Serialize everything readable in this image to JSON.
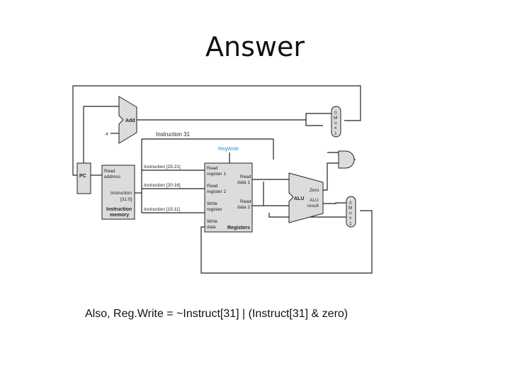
{
  "slide": {
    "title": "Answer",
    "caption": "Also, Reg.Write = ~Instruct[31] | (Instruct[31] & zero)"
  },
  "diagram": {
    "add_label": "Add",
    "const_four": "4",
    "instruction31_label": "Instruction 31",
    "regwrite_label": "RegWrite",
    "pc_label": "PC",
    "imem": {
      "read_address_1": "Read",
      "read_address_2": "address",
      "instruction_1": "Instruction",
      "instruction_2": "[31:0]",
      "name_1": "Instruction",
      "name_2": "memory"
    },
    "fields": {
      "rs": "Instruction [25:21]",
      "rt": "Instruction [20:16]",
      "rd": "Instruction [15:11]"
    },
    "registers": {
      "read_reg1_1": "Read",
      "read_reg1_2": "register 1",
      "read_reg2_1": "Read",
      "read_reg2_2": "register 2",
      "write_reg_1": "Write",
      "write_reg_2": "register",
      "write_data_1": "Write",
      "write_data_2": "data",
      "read_data1_1": "Read",
      "read_data1_2": "data 1",
      "read_data2_1": "Read",
      "read_data2_2": "data 2",
      "name": "Registers"
    },
    "alu": {
      "name": "ALU",
      "zero": "Zero",
      "result_1": "ALU",
      "result_2": "result"
    },
    "mux": {
      "in0": "0",
      "m": "M",
      "u": "u",
      "x": "x",
      "in1": "1"
    },
    "colors": {
      "block_fill": "#dcdcdc",
      "wire": "#222222",
      "regwrite_text": "#2a8fc9"
    }
  }
}
